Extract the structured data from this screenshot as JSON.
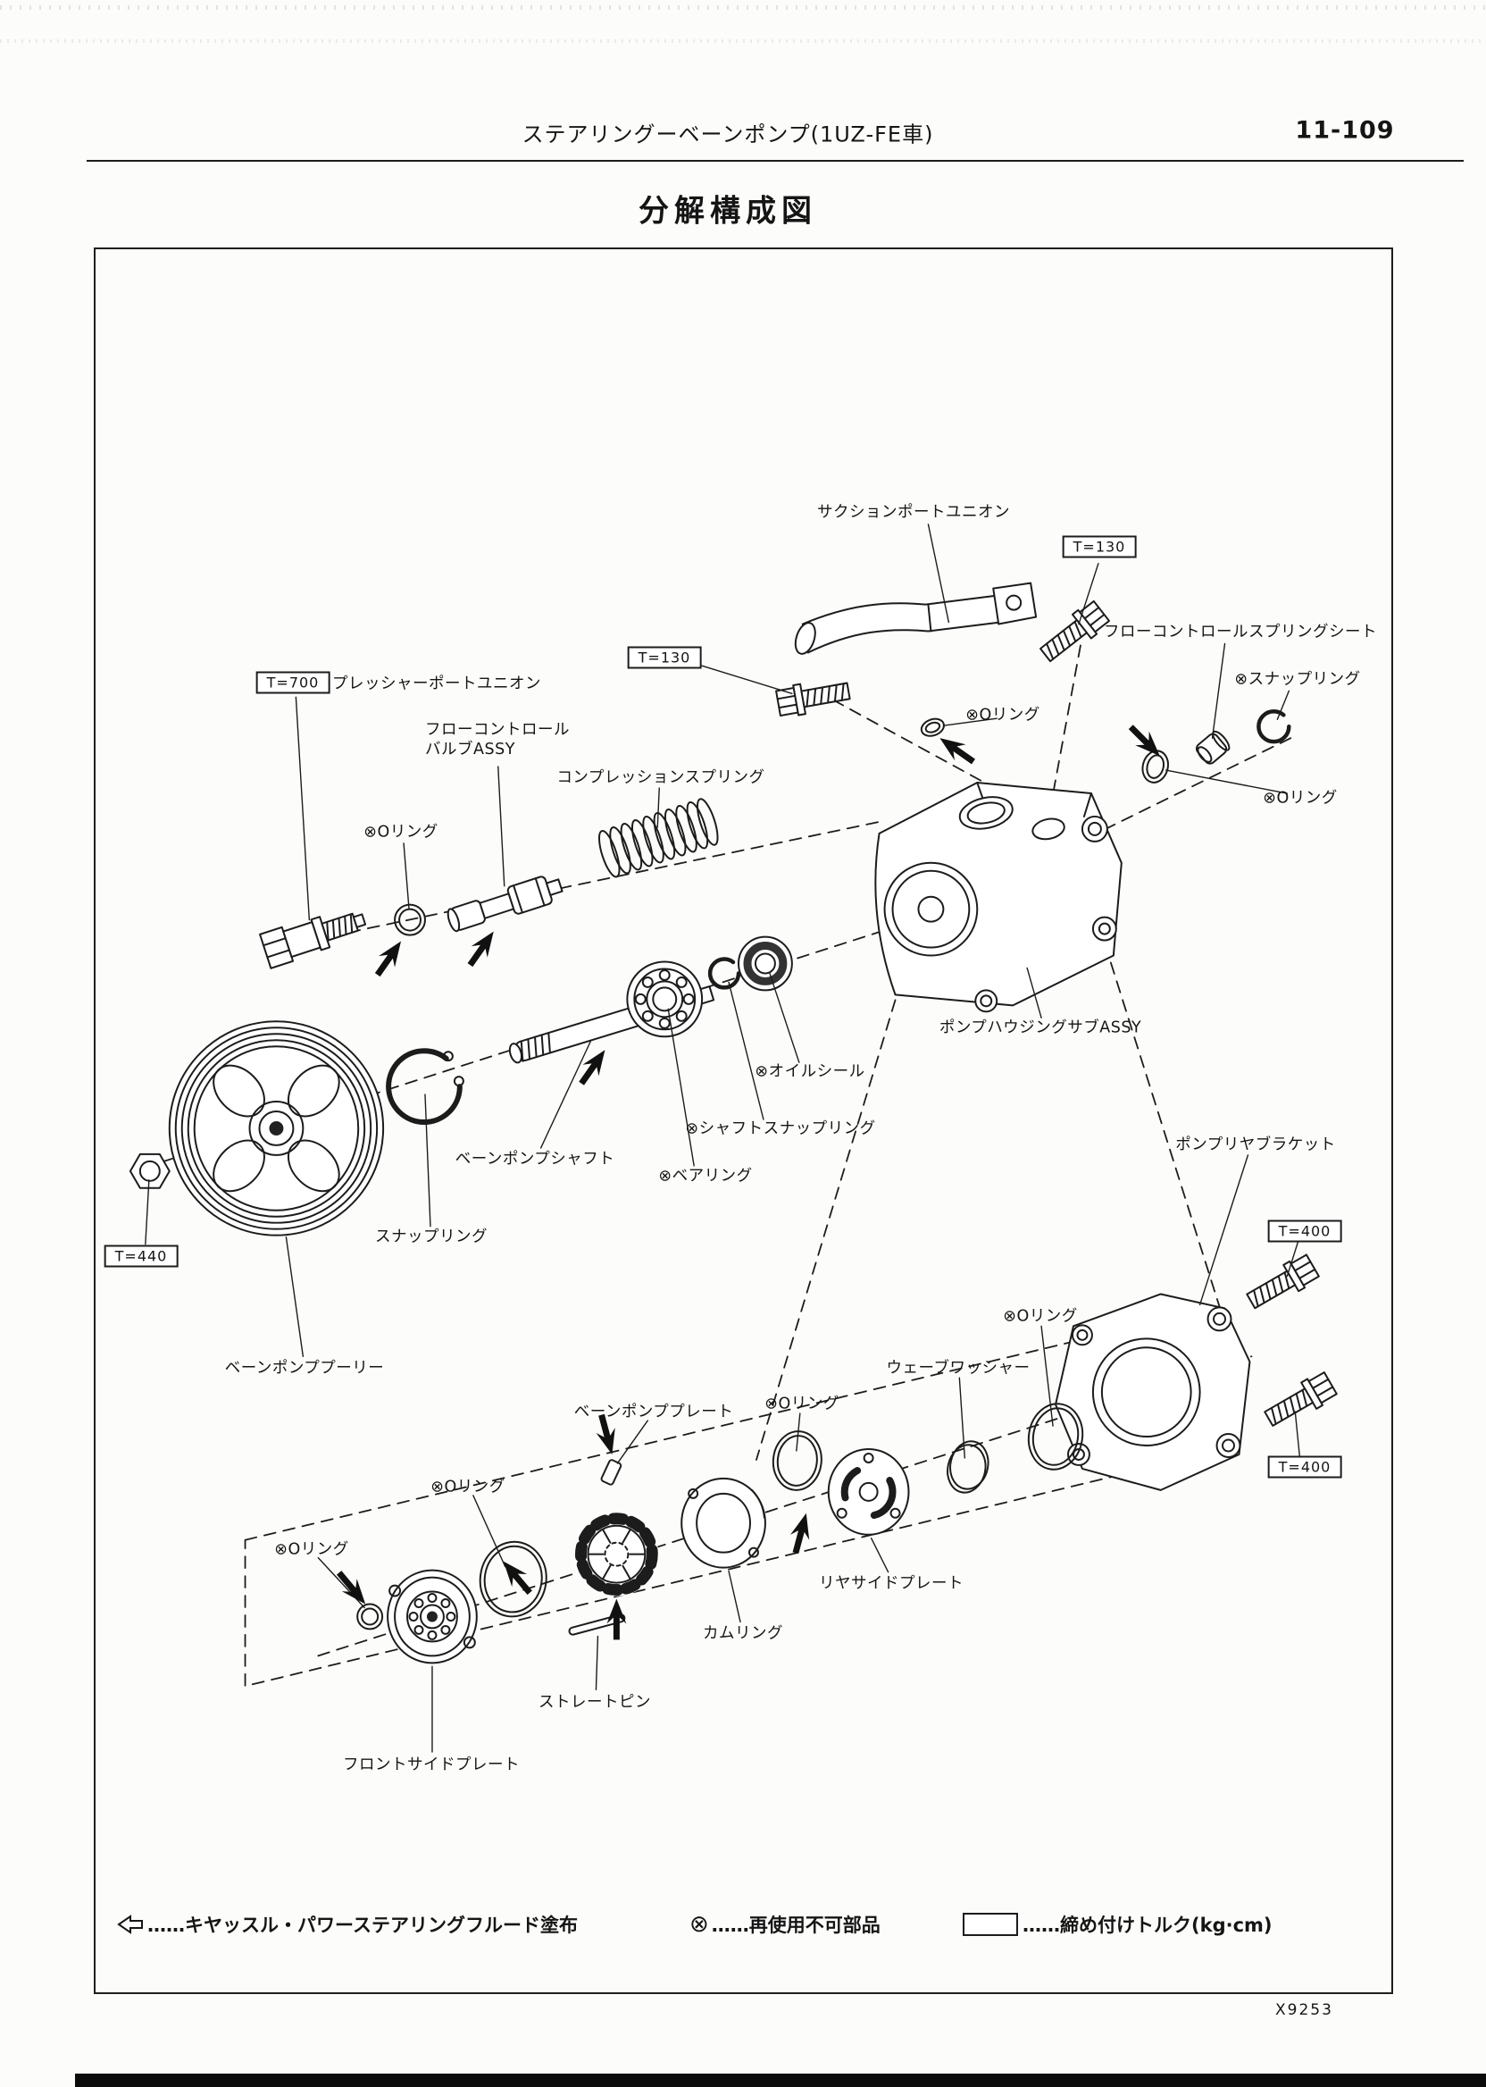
{
  "header": {
    "title": "ステアリングーベーンポンプ(1UZ-FE車)",
    "page_number": "11-109"
  },
  "diagram_title": "分解構成図",
  "labels": {
    "suction_port_union": "サクションポートユニオン",
    "flow_control_spring_seat": "フローコントロールスプリングシート",
    "snap_ring_top": "⊗スナップリング",
    "oring_top_center": "⊗Oリング",
    "pressure_port_union": "プレッシャーポートユニオン",
    "flow_control_valve": "フローコントロール\nバルブASSY",
    "compression_spring": "コンプレッションスプリング",
    "oring_top_right": "⊗Oリング",
    "oring_left": "⊗Oリング",
    "pump_housing_sub_assy": "ポンプハウジングサブASSY",
    "oil_seal": "⊗オイルシール",
    "shaft_snap_ring": "⊗シャフトスナップリング",
    "vane_pump_shaft": "ベーンポンプシャフト",
    "bearing": "⊗ベアリング",
    "pump_rear_bracket": "ポンプリヤブラケット",
    "snap_ring": "スナップリング",
    "vane_pump_pulley": "ベーンポンププーリー",
    "oring_bracket": "⊗Oリング",
    "wave_washer": "ウェーブワッシャー",
    "vane_pump_plate": "ベーンポンププレート",
    "oring_mid": "⊗Oリング",
    "oring_front_large": "⊗Oリング",
    "oring_front_small": "⊗Oリング",
    "rear_side_plate": "リヤサイドプレート",
    "cam_ring": "カムリング",
    "straight_pin": "ストレートピン",
    "front_side_plate": "フロントサイドプレート"
  },
  "torque": {
    "t130_left": "T=130",
    "t130_right": "T=130",
    "t700": "T=700",
    "t440": "T=440",
    "t400_top": "T=400",
    "t400_bottom": "T=400"
  },
  "legend": {
    "fluid": {
      "text": "……キヤッスル・パワーステアリングフルード塗布"
    },
    "non_reusable": {
      "symbol": "⊗",
      "text": "……再使用不可部品"
    },
    "torque": {
      "text": "……締め付けトルク(kg·cm)"
    }
  },
  "figure_code": "X9253"
}
